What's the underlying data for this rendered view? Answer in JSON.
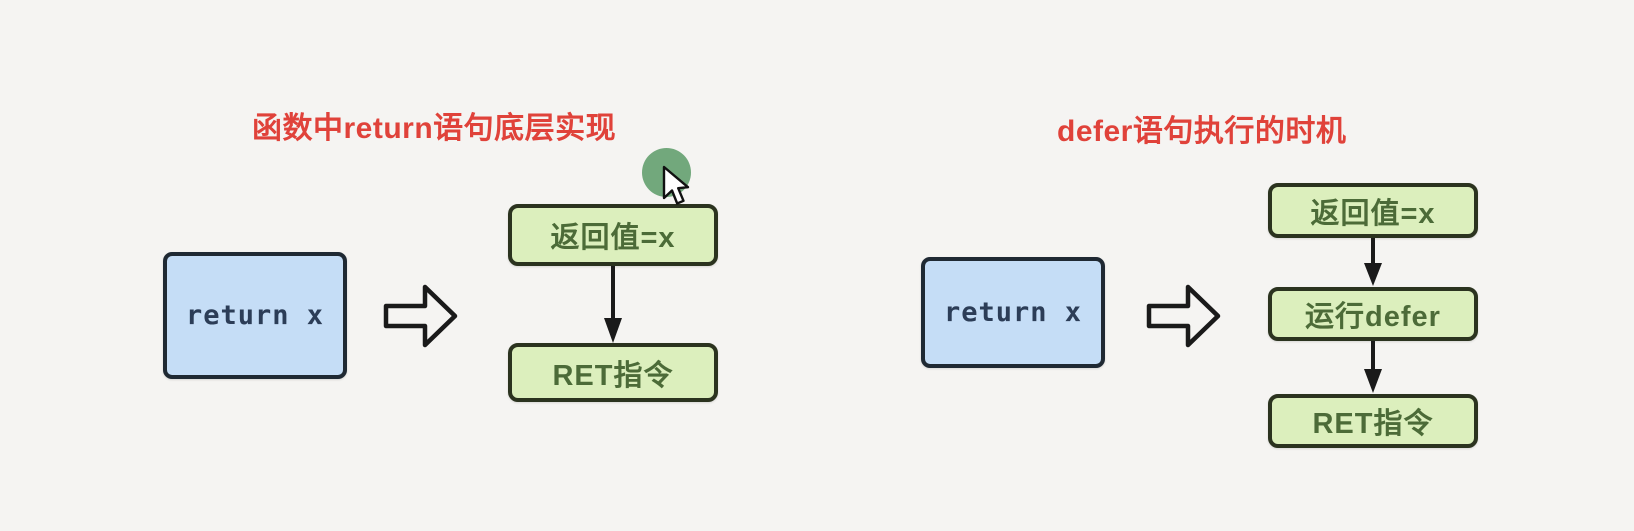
{
  "left_diagram": {
    "title": "函数中return语句底层实现",
    "source_label": "return x",
    "steps": [
      "返回值=x",
      "RET指令"
    ]
  },
  "right_diagram": {
    "title": "defer语句执行的时机",
    "source_label": "return x",
    "steps": [
      "返回值=x",
      "运行defer",
      "RET指令"
    ]
  },
  "cursor": {
    "type": "mouse-pointer-with-click-highlight"
  },
  "colors": {
    "background": "#f5f4f2",
    "title_red": "#e0423a",
    "source_box_fill": "#c5ddf6",
    "source_box_border": "#1f2933",
    "source_box_text": "#2c3d57",
    "step_box_fill": "#dcefbd",
    "step_box_border": "#2b331f",
    "step_box_text": "#4c6b38",
    "arrow": "#1a1a1a",
    "click_highlight": "#72a87c"
  }
}
